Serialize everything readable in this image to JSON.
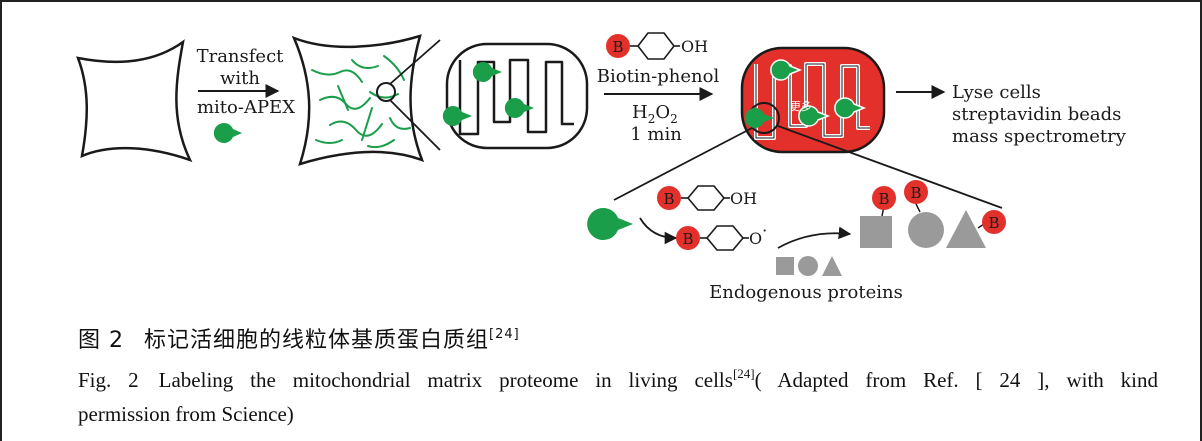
{
  "step1": {
    "line1": "Transfect",
    "line2": "with",
    "line3": "mito-APEX"
  },
  "step2": {
    "reagent": "Biotin-phenol",
    "condition_1": "H",
    "condition_1_sub": "2",
    "condition_1_tail": "O",
    "condition_1_tail_sub": "2",
    "condition_2": "1 min"
  },
  "step3": {
    "line1": "Lyse cells",
    "line2": "streptavidin beads",
    "line3": "mass spectrometry"
  },
  "molecule": {
    "biotin_letter": "B",
    "hydroxyl": "OH",
    "phenoxy": "O",
    "phenoxy_charge": "·"
  },
  "endogenous_label": "Endogenous proteins",
  "overlay_text": "更多",
  "caption": {
    "cn_prefix": "图 2",
    "cn_title": "标记活细胞的线粒体基质蛋白质组",
    "cn_ref": "[24]",
    "en_prefix": "Fig. 2",
    "en_title": "Labeling the mitochondrial matrix proteome in living cells",
    "en_ref": "[24]",
    "en_tail_1": "( Adapted from Ref. [ 24 ], with kind",
    "en_tail_2": "permission from Science)"
  },
  "colors": {
    "apex_green": "#1a9e49",
    "biotin_red": "#e3302b",
    "protein_gray": "#9a9a9a",
    "ink": "#1a1a1a"
  }
}
